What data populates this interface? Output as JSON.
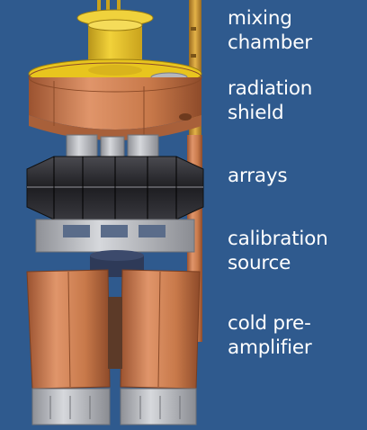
{
  "diagram": {
    "labels": [
      {
        "id": "mixing-chamber",
        "lines": [
          "mixing",
          "chamber"
        ]
      },
      {
        "id": "radiation-shield",
        "lines": [
          "radiation",
          "shield"
        ]
      },
      {
        "id": "arrays",
        "lines": [
          "arrays"
        ]
      },
      {
        "id": "calibration-source",
        "lines": [
          "calibration",
          "source"
        ]
      },
      {
        "id": "cold-preamplifier",
        "lines": [
          "cold pre-",
          "amplifier"
        ]
      }
    ]
  },
  "colors": {
    "background": "#2f5a8e",
    "gold": "#e8c51e",
    "copper": "#c8794a",
    "dark_array": "#2a2a2e",
    "steel": "#b4b6bc",
    "label_text": "#ffffff"
  }
}
